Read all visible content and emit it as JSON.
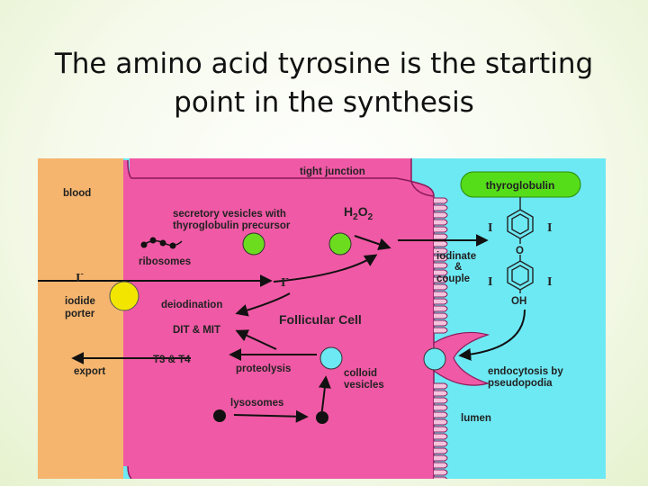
{
  "slide": {
    "title_line1": "The amino acid tyrosine is the starting",
    "title_line2": "point in the synthesis"
  },
  "diagram": {
    "labels": {
      "blood": "blood",
      "tight_junction": "tight junction",
      "thyroglobulin": "thyroglobulin",
      "secretory_vesicles_1": "secretory vesicles with",
      "secretory_vesicles_2": "thyroglobulin precursor",
      "h2o2_h": "H",
      "h2o2_2a": "2",
      "h2o2_o": "O",
      "h2o2_2b": "2",
      "ribosomes": "ribosomes",
      "iodinate": "iodinate",
      "amp": "&",
      "couple": "couple",
      "iodide_blood": "I",
      "iodide_cell": "I",
      "minus": "-",
      "iodide_porter_1": "iodide",
      "iodide_porter_2": "porter",
      "deiodination": "deiodination",
      "follicular_cell": "Follicular Cell",
      "dit_mit": "DIT & MIT",
      "t3_t4": "T3 & T4",
      "export": "export",
      "proteolysis": "proteolysis",
      "colloid_1": "colloid",
      "colloid_2": "vesicles",
      "endocytosis_1": "endocytosis by",
      "endocytosis_2": "pseudopodia",
      "lysosomes": "lysosomes",
      "lumen": "lumen",
      "iodine_a": "I",
      "iodine_b": "I",
      "iodine_c": "I",
      "iodine_d": "I",
      "oxygen": "O",
      "hydroxyl": "OH"
    }
  }
}
